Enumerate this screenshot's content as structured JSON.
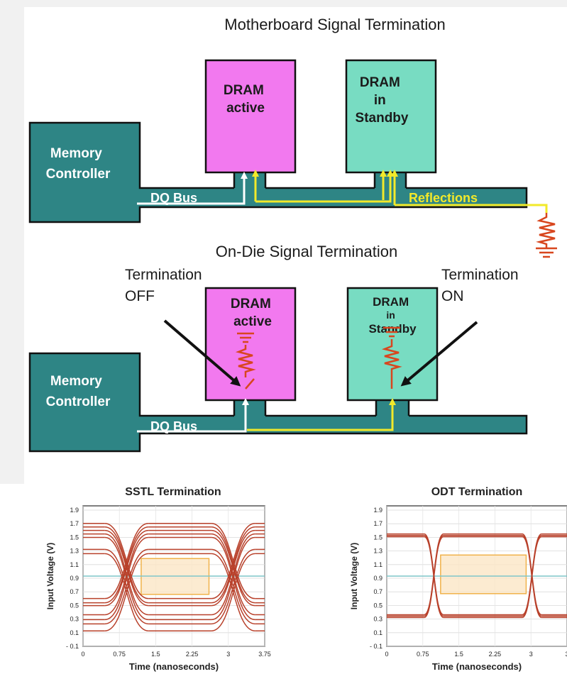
{
  "diagram": {
    "top_title": "Motherboard Signal Termination",
    "mid_title": "On-Die Signal Termination",
    "memory_controller": [
      "Memory",
      "Controller"
    ],
    "dq_bus": "DQ Bus",
    "reflections": "Reflections",
    "dram_active": [
      "DRAM",
      "active"
    ],
    "dram_standby": [
      "DRAM",
      "in",
      "Standby"
    ],
    "termination_off": [
      "Termination",
      "OFF"
    ],
    "termination_on": [
      "Termination",
      "ON"
    ],
    "colors": {
      "teal": "#2e8585",
      "magenta": "#f279ef",
      "mint": "#78dcc2",
      "signal_yellow": "#f2e92a",
      "resistor_red": "#d8461e",
      "label_white": "#ffffff",
      "label_dark": "#1b1b1b"
    }
  },
  "charts": [
    {
      "title": "SSTL Termination",
      "ylabel": "Input Voltage (V)",
      "xlabel": "Time (nanoseconds)",
      "yticks": [
        "1.9",
        "1.7",
        "1.5",
        "1.3",
        "1.1",
        "0.9",
        "0.7",
        "0.5",
        "0.3",
        "0.1",
        "- 0.1"
      ],
      "xticks": [
        "0",
        "0.75",
        "1.5",
        "2.25",
        "3",
        "3.75"
      ]
    },
    {
      "title": "ODT Termination",
      "ylabel": "Input Voltage (V)",
      "xlabel": "Time (nanoseconds)",
      "yticks": [
        "1.9",
        "1.7",
        "1.5",
        "1.3",
        "1.1",
        "0.9",
        "0.7",
        "0.5",
        "0.3",
        "0.1",
        "- 0.1"
      ],
      "xticks": [
        "0",
        "0.75",
        "1.5",
        "2.25",
        "3",
        "3"
      ]
    }
  ],
  "chart_data": [
    {
      "type": "line",
      "title": "SSTL Termination",
      "xlabel": "Time (nanoseconds)",
      "ylabel": "Input Voltage (V)",
      "xlim": [
        0,
        3.75
      ],
      "ylim": [
        -0.1,
        1.9
      ],
      "reference_level": 0.9,
      "eye_window": {
        "x": [
          1.2,
          2.6
        ],
        "y": [
          0.64,
          1.15
        ]
      },
      "high_levels": [
        1.65,
        1.6,
        1.55,
        1.5,
        1.45,
        1.28,
        1.22
      ],
      "low_levels": [
        0.58,
        0.52,
        0.48,
        0.35,
        0.28,
        0.22,
        0.12
      ],
      "crossings": [
        0.9,
        3.1
      ]
    },
    {
      "type": "line",
      "title": "ODT Termination",
      "xlabel": "Time (nanoseconds)",
      "ylabel": "Input Voltage (V)",
      "xlim": [
        0,
        3.75
      ],
      "ylim": [
        -0.1,
        1.9
      ],
      "reference_level": 0.9,
      "eye_window": {
        "x": [
          1.12,
          2.9
        ],
        "y": [
          0.65,
          1.2
        ]
      },
      "high_levels": [
        1.5,
        1.48,
        1.46
      ],
      "low_levels": [
        0.35,
        0.33,
        0.31
      ],
      "crossings": [
        0.98,
        3.02
      ]
    }
  ]
}
